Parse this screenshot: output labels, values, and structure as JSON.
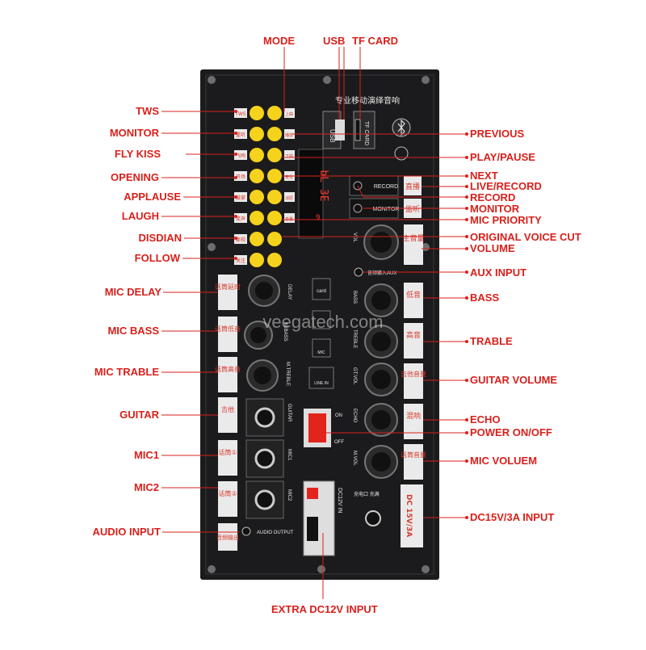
{
  "panel": {
    "header": "专业移动演绎音响",
    "usb_port": "USB",
    "tf_port": "TF CARD",
    "watermark": "veegatech.com",
    "display_text": "bL 3E",
    "display_small": "9",
    "record_button": "RECORD",
    "monitor_button": "MONITOR",
    "record_cn": "直播",
    "monitor_cn": "监听",
    "volume_cn": "主音量",
    "vol_tag": "VOL",
    "aux_tag": "音频输入AUX",
    "bass_cn": "低音",
    "bass_tag": "BASS",
    "treble_cn": "高音",
    "treble_tag": "TREBLE",
    "gtvol_cn": "吉他音量",
    "gtvol_tag": "GT.VOL",
    "echo_cn": "混响",
    "echo_tag": "ECHO",
    "mvol_cn": "话筒音量",
    "mvol_tag": "M.VOL",
    "dc_tag": "DC 15V/3A",
    "delay_cn": "话筒延时",
    "delay_tag": "DELAY",
    "mbass_cn": "话筒低音",
    "mbass_tag": "M.BASS",
    "mtreble_cn": "话筒高音",
    "mtreble_tag": "M.TREBLE",
    "guitar_cn": "吉他",
    "guitar_tag": "GUITAR",
    "mic1_cn": "话筒①",
    "mic1_tag": "MIC1",
    "mic2_cn": "话筒②",
    "mic2_tag": "MIC2",
    "audio_out_cn": "音频输出",
    "audio_out_tag": "AUDIO OUTPUT",
    "switch_on": "ON",
    "switch_off": "OFF",
    "dc12_tag": "DC12V IN",
    "charge_tag": "充电口 充满",
    "icon_card": "card",
    "icon_mic": "MIC",
    "icon_line": "LINE IN",
    "button_tags": [
      "TWS",
      "重听",
      "飞吻",
      "开场",
      "鼓掌",
      "笑声",
      "鄙视",
      "关注"
    ],
    "button_tags_right": [
      "上曲",
      "播放",
      "下曲",
      "麦优",
      "消原",
      "音量",
      "",
      ""
    ]
  },
  "labels": {
    "mode": "MODE",
    "usb": "USB",
    "tf_card": "TF CARD",
    "tws": "TWS",
    "monitor_left": "MONITOR",
    "fly_kiss": "FLY KISS",
    "opening": "OPENING",
    "applause": "APPLAUSE",
    "laugh": "LAUGH",
    "disdian": "DISDIAN",
    "follow": "FOLLOW",
    "mic_delay": "MIC DELAY",
    "mic_bass": "MIC BASS",
    "mic_trable": "MIC TRABLE",
    "guitar": "GUITAR",
    "mic1": "MIC1",
    "mic2": "MIC2",
    "audio_input": "AUDIO INPUT",
    "extra_dc12v": "EXTRA DC12V INPUT",
    "previous": "PREVIOUS",
    "play_pause": "PLAY/PAUSE",
    "next": "NEXT",
    "live_record": "LIVE/RECORD",
    "record": "RECORD",
    "monitor_right": "MONITOR",
    "mic_priority": "MIC PRIORITY",
    "original_voice_cut": "ORIGINAL VOICE CUT",
    "volume": "VOLUME",
    "aux_input": "AUX INPUT",
    "bass": "BASS",
    "trable": "TRABLE",
    "guitar_volume": "GUITAR VOLUME",
    "echo": "ECHO",
    "power_on_off": "POWER ON/OFF",
    "mic_voluem": "MIC VOLUEM",
    "dc15v_input": "DC15V/3A INPUT"
  },
  "colors": {
    "panel": "#1b1b1d",
    "button": "#f5d21b",
    "label": "#d9201b",
    "panel_text": "#e9e9e9",
    "power_switch": "#e3241d"
  }
}
